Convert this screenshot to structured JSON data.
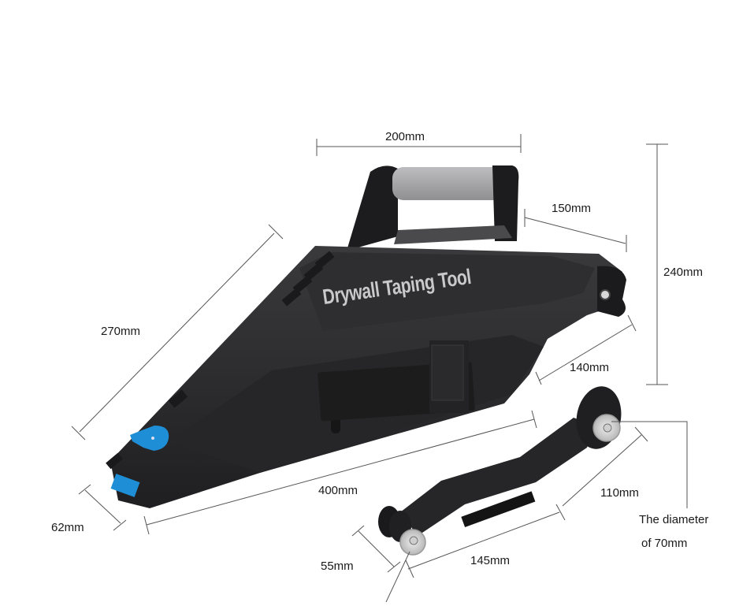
{
  "product": {
    "name": "Drywall Taping Tool",
    "body_color": "#2b2b2d",
    "accent_color": "#1e8fd6",
    "handle_grip_color": "#a9a9ab"
  },
  "dimensions": {
    "top_width": "200mm",
    "handle_depth": "150mm",
    "total_height": "240mm",
    "diagonal_length": "270mm",
    "nose_to_rear": "140mm",
    "base_length": "400mm",
    "nose_width": "62mm",
    "arm_length": "145mm",
    "arm_height": "110mm",
    "small_wheel": "55mm"
  },
  "notes": {
    "diameter_line1": "The diameter",
    "diameter_line2": "of 70mm"
  }
}
